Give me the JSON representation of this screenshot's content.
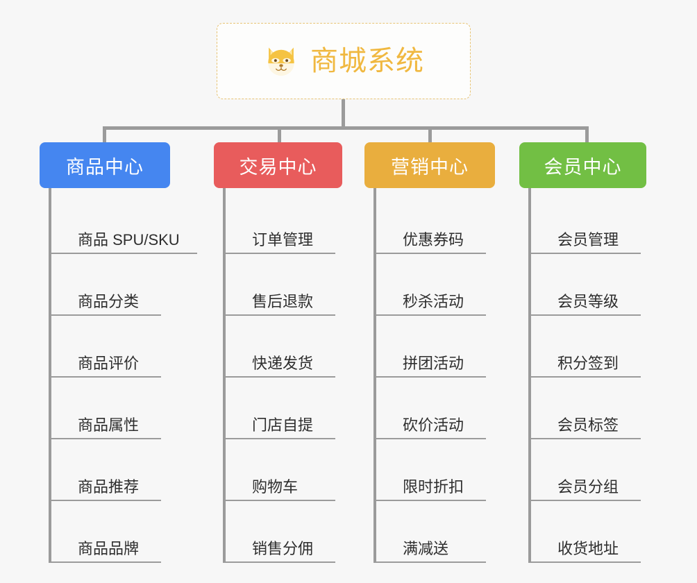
{
  "root": {
    "title": "商城系统",
    "icon": "shiba-dog-icon",
    "title_color": "#f0b840",
    "border_color": "#e7c373"
  },
  "line_color": "#9b9b9b",
  "background": "#f7f7f7",
  "columns": [
    {
      "header": "商品中心",
      "color": "#4586f0",
      "items": [
        "商品 SPU/SKU",
        "商品分类",
        "商品评价",
        "商品属性",
        "商品推荐",
        "商品品牌"
      ]
    },
    {
      "header": "交易中心",
      "color": "#e85c5c",
      "items": [
        "订单管理",
        "售后退款",
        "快递发货",
        "门店自提",
        "购物车",
        "销售分佣"
      ]
    },
    {
      "header": "营销中心",
      "color": "#e9ae3e",
      "items": [
        "优惠券码",
        "秒杀活动",
        "拼团活动",
        "砍价活动",
        "限时折扣",
        "满减送"
      ]
    },
    {
      "header": "会员中心",
      "color": "#72bf44",
      "items": [
        "会员管理",
        "会员等级",
        "积分签到",
        "会员标签",
        "会员分组",
        "收货地址"
      ]
    }
  ]
}
